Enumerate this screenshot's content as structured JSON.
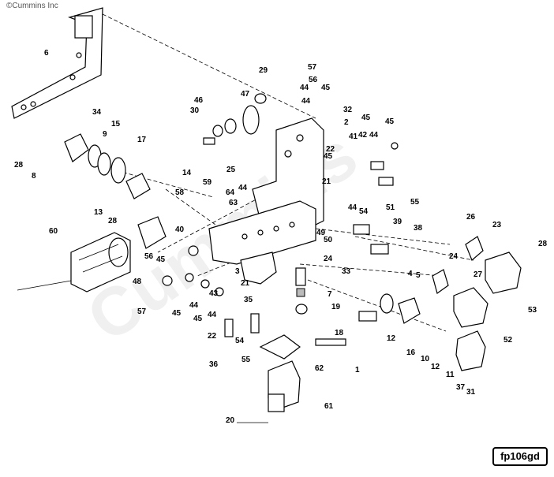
{
  "copyright": "©Cummins Inc",
  "watermark": "Cummins",
  "diagram_code": "fp106gd",
  "callouts": [
    "1",
    "2",
    "3",
    "4",
    "5",
    "6",
    "7",
    "8",
    "9",
    "10",
    "11",
    "12",
    "12",
    "13",
    "14",
    "15",
    "16",
    "17",
    "18",
    "19",
    "20",
    "21",
    "21",
    "22",
    "22",
    "23",
    "24",
    "24",
    "25",
    "26",
    "27",
    "28",
    "28",
    "28",
    "29",
    "30",
    "31",
    "32",
    "33",
    "34",
    "35",
    "36",
    "37",
    "38",
    "39",
    "40",
    "41",
    "42",
    "43",
    "44",
    "44",
    "44",
    "44",
    "44",
    "44",
    "44",
    "45",
    "45",
    "45",
    "45",
    "45",
    "45",
    "45",
    "46",
    "47",
    "48",
    "49",
    "50",
    "51",
    "52",
    "53",
    "54",
    "54",
    "55",
    "55",
    "56",
    "56",
    "57",
    "57",
    "58",
    "59",
    "60",
    "61",
    "62",
    "63",
    "64"
  ]
}
